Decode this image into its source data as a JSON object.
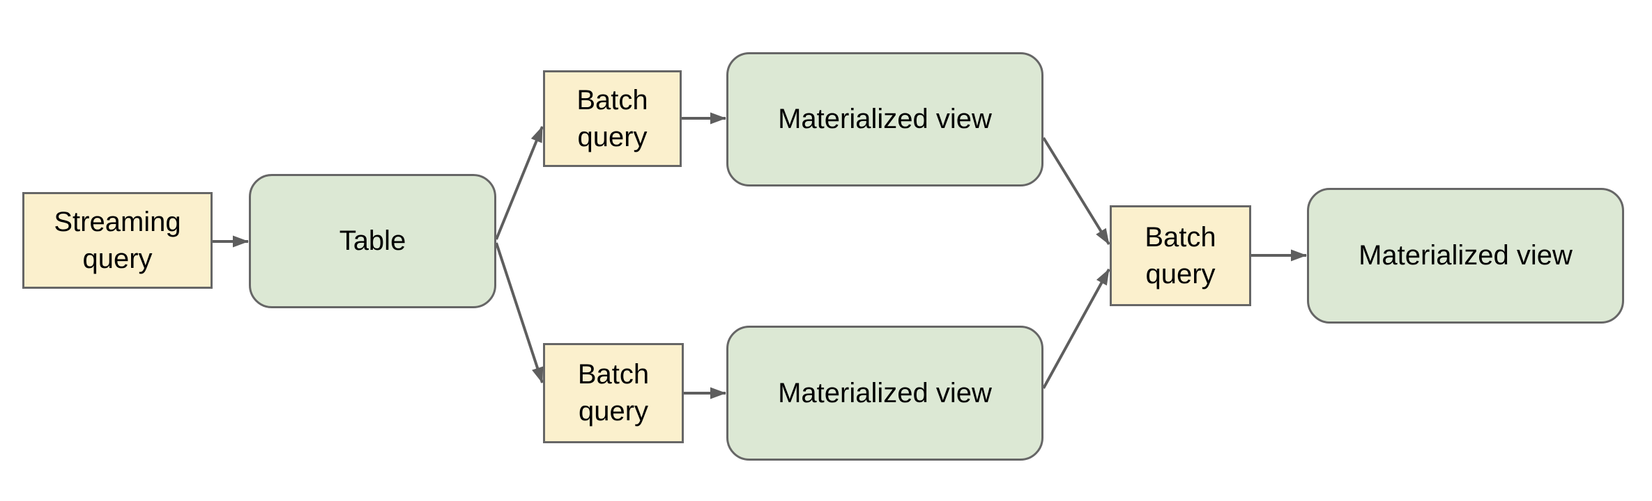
{
  "diagram": {
    "title": "",
    "background": "#ffffff",
    "nodes": [
      {
        "id": "streaming-query",
        "label": "Streaming query",
        "shape": "rectangle",
        "role": "query"
      },
      {
        "id": "table",
        "label": "Table",
        "shape": "rounded-rectangle",
        "role": "data"
      },
      {
        "id": "batch-query-top",
        "label": "Batch query",
        "shape": "rectangle",
        "role": "query"
      },
      {
        "id": "materialized-view-top",
        "label": "Materialized view",
        "shape": "rounded-rectangle",
        "role": "data"
      },
      {
        "id": "batch-query-bottom",
        "label": "Batch query",
        "shape": "rectangle",
        "role": "query"
      },
      {
        "id": "materialized-view-bottom",
        "label": "Materialized view",
        "shape": "rounded-rectangle",
        "role": "data"
      },
      {
        "id": "batch-query-final",
        "label": "Batch query",
        "shape": "rectangle",
        "role": "query"
      },
      {
        "id": "materialized-view-final",
        "label": "Materialized view",
        "shape": "rounded-rectangle",
        "role": "data"
      }
    ],
    "edges": [
      {
        "from": "streaming-query",
        "to": "table"
      },
      {
        "from": "table",
        "to": "batch-query-top"
      },
      {
        "from": "table",
        "to": "batch-query-bottom"
      },
      {
        "from": "batch-query-top",
        "to": "materialized-view-top"
      },
      {
        "from": "batch-query-bottom",
        "to": "materialized-view-bottom"
      },
      {
        "from": "materialized-view-top",
        "to": "batch-query-final"
      },
      {
        "from": "materialized-view-bottom",
        "to": "batch-query-final"
      },
      {
        "from": "batch-query-final",
        "to": "materialized-view-final"
      }
    ],
    "colors": {
      "canvas_bg": "#ffffff",
      "query_fill": "#FBF0CD",
      "data_fill": "#DCE8D4",
      "border": "#666666",
      "arrow": "#5E5E5E",
      "text": "#000000"
    }
  }
}
